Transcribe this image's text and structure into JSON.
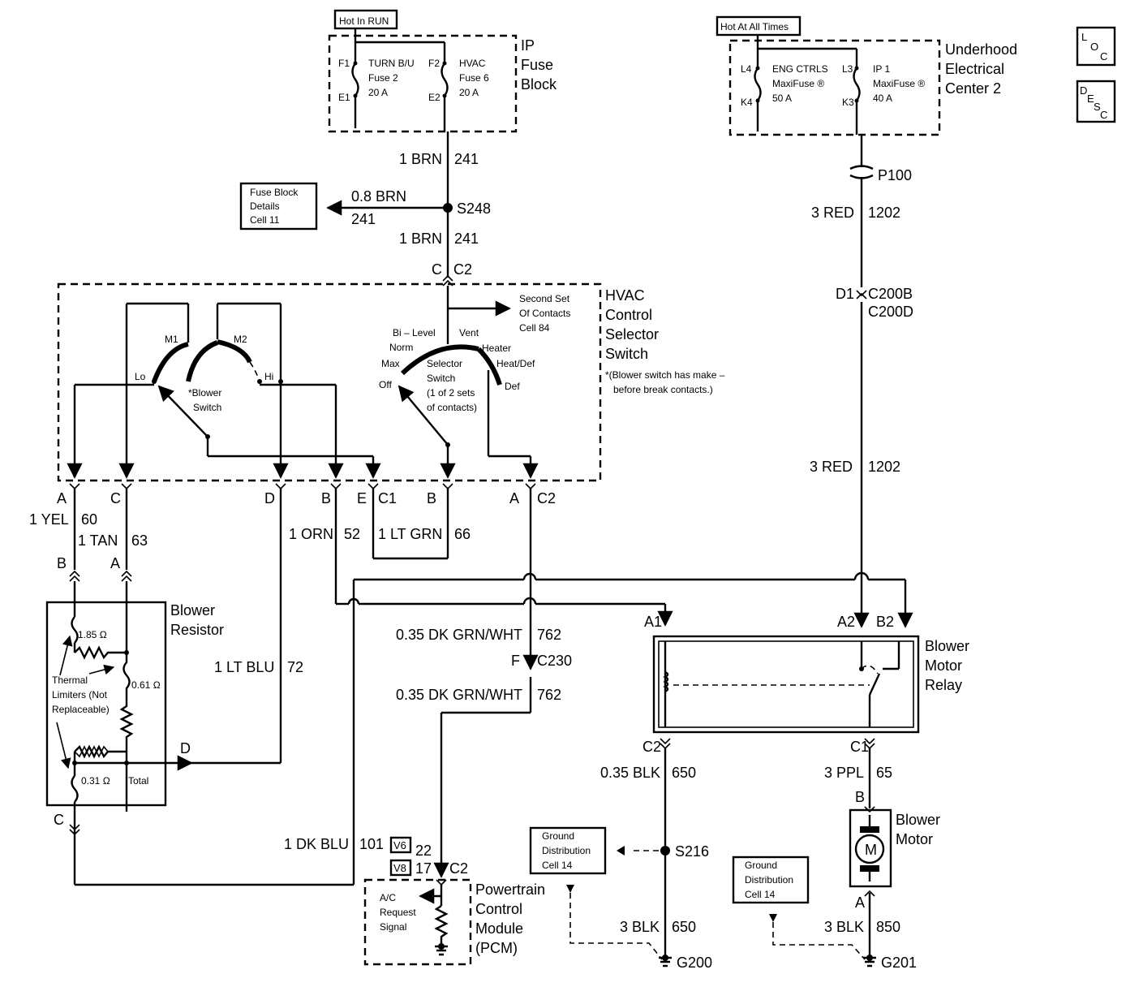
{
  "power_sources": {
    "run": "Hot In RUN",
    "always": "Hot At All Times"
  },
  "ip_fuse_block": {
    "name": [
      "IP",
      "Fuse",
      "Block"
    ],
    "fuse_left": {
      "in": "F1",
      "out": "E1",
      "circuit": "TURN B/U",
      "fuse": "Fuse 2",
      "rating": "20 A"
    },
    "fuse_right": {
      "in": "F2",
      "out": "E2",
      "circuit": "HVAC",
      "fuse": "Fuse 6",
      "rating": "20 A"
    }
  },
  "underhood_center": {
    "name": [
      "Underhood",
      "Electrical",
      "Center 2"
    ],
    "fuse_left": {
      "in": "L4",
      "out": "K4",
      "circuit": "ENG CTRLS",
      "fuse": "MaxiFuse ®",
      "rating": "50 A"
    },
    "fuse_right": {
      "in": "L3",
      "out": "K3",
      "circuit": "IP 1",
      "fuse": "MaxiFuse ®",
      "rating": "40 A"
    }
  },
  "corner_icons": {
    "loc": [
      "L",
      "O",
      "C"
    ],
    "desc": [
      "D",
      "E",
      "S",
      "C"
    ]
  },
  "hvac_switch": {
    "name": [
      "HVAC",
      "Control",
      "Selector",
      "Switch"
    ],
    "blower_positions": {
      "lo": "Lo",
      "m1": "M1",
      "m2": "M2",
      "hi": "Hi"
    },
    "blower_label": [
      "*Blower",
      "Switch"
    ],
    "selector_positions": {
      "off": "Off",
      "max": "Max",
      "norm": "Norm",
      "bilevel": "Bi – Level",
      "vent": "Vent",
      "heater": "Heater",
      "heatdef": "Heat/Def",
      "def": "Def"
    },
    "selector_label": [
      "Selector",
      "Switch",
      "(1 of 2 sets",
      "of contacts)"
    ],
    "second_set": [
      "Second Set",
      "Of Contacts",
      "Cell 84"
    ],
    "footnote": [
      "*(Blower switch has make –",
      "before break contacts.)"
    ]
  },
  "fuse_details_ref": [
    "Fuse Block",
    "Details",
    "Cell 11"
  ],
  "wires": {
    "w241_top": {
      "gauge": "1 BRN",
      "num": "241"
    },
    "w241_branch": {
      "gauge": "0.8 BRN",
      "num": "241"
    },
    "w241_bottom": {
      "gauge": "1 BRN",
      "num": "241"
    },
    "splice_s248": "S248",
    "p100": "P100",
    "w1202_top": {
      "gauge": "3 RED",
      "num": "1202"
    },
    "w1202_bottom": {
      "gauge": "3 RED",
      "num": "1202"
    },
    "w60": {
      "gauge": "1 YEL",
      "num": "60"
    },
    "w63": {
      "gauge": "1 TAN",
      "num": "63"
    },
    "w52": {
      "gauge": "1 ORN",
      "num": "52"
    },
    "w66": {
      "gauge": "1 LT GRN",
      "num": "66"
    },
    "w72": {
      "gauge": "1 LT BLU",
      "num": "72"
    },
    "w762_top": {
      "gauge": "0.35 DK GRN/WHT",
      "num": "762"
    },
    "w762_bottom": {
      "gauge": "0.35 DK GRN/WHT",
      "num": "762"
    },
    "w101": {
      "gauge": "1 DK BLU",
      "num": "101"
    },
    "w650_top": {
      "gauge": "0.35 BLK",
      "num": "650"
    },
    "w650_bottom": {
      "gauge": "3 BLK",
      "num": "650"
    },
    "w65": {
      "gauge": "3 PPL",
      "num": "65"
    },
    "w850": {
      "gauge": "3 BLK",
      "num": "850"
    }
  },
  "connectors": {
    "c2_top": {
      "pin": "C",
      "name": "C2"
    },
    "c200": {
      "pin": "D1",
      "name_b": "C200B",
      "name_d": "C200D"
    },
    "c1_row": {
      "pins": [
        "A",
        "C",
        "D",
        "B",
        "E"
      ],
      "name": "C1"
    },
    "c2_row": {
      "pins": [
        "B",
        "A"
      ],
      "name": "C2"
    },
    "resistor_pins": {
      "b": "B",
      "a": "A",
      "c": "C",
      "d": "D"
    },
    "c230": {
      "pin": "F",
      "name": "C230"
    },
    "relay_pins": {
      "a1": "A1",
      "a2": "A2",
      "b2": "B2",
      "c2": "C2",
      "c1": "C1"
    },
    "motor_pins": {
      "b": "B",
      "a": "A"
    },
    "pcm_pins": {
      "v6": "V6",
      "v6pin": "22",
      "v8": "V8",
      "v8pin": "17",
      "name": "C2"
    },
    "s216": "S216",
    "g200": "G200",
    "g201": "G201"
  },
  "blower_resistor": {
    "name": [
      "Blower",
      "Resistor"
    ],
    "r1": "1.85 Ω",
    "r2": "0.61 Ω",
    "r3": "0.31 Ω",
    "total": "Total",
    "limiters": [
      "Thermal",
      "Limiters (Not",
      "Replaceable)"
    ]
  },
  "relay": {
    "name": [
      "Blower",
      "Motor",
      "Relay"
    ]
  },
  "motor": {
    "name": [
      "Blower",
      "Motor"
    ],
    "symbol": "M"
  },
  "pcm": {
    "name": [
      "Powertrain",
      "Control",
      "Module",
      "(PCM)"
    ],
    "signal": [
      "A/C",
      "Request",
      "Signal"
    ]
  },
  "ground_ref_left": [
    "Ground",
    "Distribution",
    "Cell 14"
  ],
  "ground_ref_right": [
    "Ground",
    "Distribution",
    "Cell 14"
  ]
}
